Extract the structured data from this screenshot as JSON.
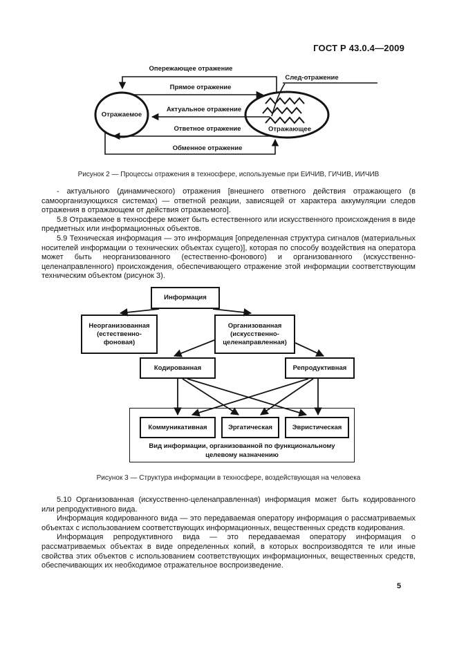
{
  "header": {
    "standard": "ГОСТ Р 43.0.4—2009"
  },
  "figure2": {
    "labels": {
      "anticipatory": "Опережающее отражение",
      "direct": "Прямое отражение",
      "actual": "Актуальное отражение",
      "response": "Ответное отражение",
      "exchange": "Обменное отражение",
      "trace": "След-отражение",
      "reflected": "Отражаемое",
      "reflecting": "Отражающее"
    },
    "caption": "Рисунок 2 — Процессы отражения в техносфере, используемые при ЕИЧИВ, ГИЧИВ, ИИЧИВ"
  },
  "body": {
    "p1": "- актуального (динамического) отражения [внешнего ответного действия отражающего (в самоорганизующихся системах) — ответной реакции, зависящей от характера аккумуляции следов отражения в отражающем от действия отражаемого].",
    "p2": "5.8 Отражаемое в техносфере может быть естественного или искусственного происхождения в виде предметных или информационных объектов.",
    "p3": "5.9 Техническая информация — это информация [определенная структура сигналов (материальных носителей информации о технических объектах сущего)], которая по способу воздействия на оператора может быть неорганизованного (естественно-фонового) и организованного (искусственно-целенаправленного) происхождения, обеспечивающего отражение этой информации соответствующим техническим объектом (рисунок 3).",
    "p4": "5.10 Организованная (искусственно-целенаправленная) информация может быть кодированного или репродуктивного вида.",
    "p5": "Информация кодированного вида — это передаваемая оператору информация о рассматриваемых объектах с использованием соответствующих информационных, вещественных средств кодирования.",
    "p6": "Информация репродуктивного вида — это передаваемая оператору информация о рассматриваемых объектах в виде определенных копий, в которых воспроизводятся те или иные свойства этих объектов с использованием соответствующих информационных, вещественных средств, обеспечивающих их необходимое отражательное воспроизведение."
  },
  "figure3": {
    "nodes": {
      "root": "Информация",
      "unorganized": "Неорганизованная (естественно- фоновая)",
      "organized": "Организованная (искусственно- целенаправленная)",
      "coded": "Кодированная",
      "reproductive": "Репродуктивная",
      "communicative": "Коммуникативная",
      "ergatic": "Эргатическая",
      "heuristic": "Эвристическая",
      "group_label": "Вид информации, организованной по функциональному целевому назначению"
    },
    "caption": "Рисунок 3 — Структура информации в техносфере, воздействующая на человека"
  },
  "footer": {
    "page_number": "5"
  }
}
